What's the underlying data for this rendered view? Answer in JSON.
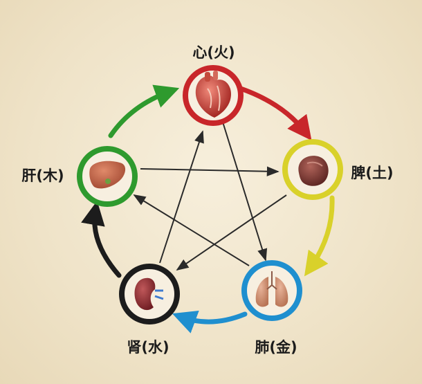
{
  "nodes": {
    "heart": {
      "label": "心(火)",
      "color": "#c8262a"
    },
    "spleen": {
      "label": "脾(土)",
      "color": "#d9d12a"
    },
    "lung": {
      "label": "肺(金)",
      "color": "#1f8fcf"
    },
    "kidney": {
      "label": "肾(水)",
      "color": "#1c1c1c"
    },
    "liver": {
      "label": "肝(木)",
      "color": "#2e9a2e"
    }
  },
  "colors": {
    "star_arrow": "#2a2a2a",
    "background": "#f1e6cf"
  }
}
